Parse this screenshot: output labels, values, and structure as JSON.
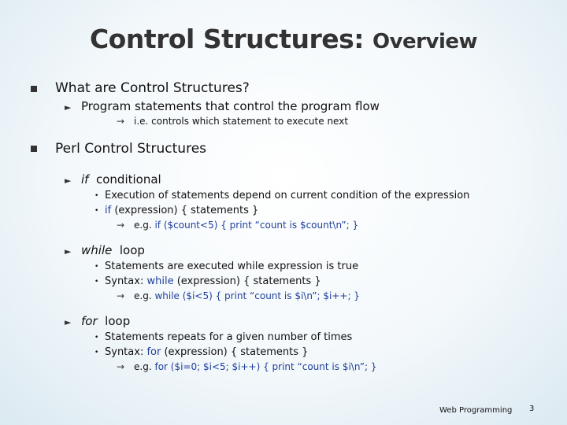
{
  "slide": {
    "title_main": "Control Structures:",
    "title_sub": "Overview",
    "sections": [
      {
        "heading": "What are Control Structures?",
        "points": [
          {
            "text": "Program statements that control the program flow",
            "sub": "i.e. controls which statement to execute next"
          }
        ]
      },
      {
        "heading": "Perl Control Structures",
        "constructs": [
          {
            "keyword": "if",
            "label": "conditional",
            "bullet1": "Execution of statements depend on current condition of the expression",
            "bullet2_kw": "if",
            "bullet2_rest": "(expression) { statements }",
            "example_prefix": "e.g.",
            "example_code": "if ($count<5) { print “count is $count\\n”; }"
          },
          {
            "keyword": "while",
            "label": "loop",
            "bullet1": "Statements are executed while expression is true",
            "bullet2_prefix": "Syntax:",
            "bullet2_kw": "while",
            "bullet2_rest": "(expression) { statements }",
            "example_prefix": "e.g.",
            "example_code": "while ($i<5) { print “count is $i\\n”;  $i++; }"
          },
          {
            "keyword": "for",
            "label": "loop",
            "bullet1": "Statements repeats for a given number of times",
            "bullet2_prefix": "Syntax:",
            "bullet2_kw": "for",
            "bullet2_rest": "(expression) { statements }",
            "example_prefix": "e.g.",
            "example_code": "for ($i=0; $i<5; $i++) { print “count is $i\\n”; }"
          }
        ]
      }
    ],
    "footer_text": "Web Programming",
    "page_number": "3"
  },
  "glyphs": {
    "square": "",
    "triangle": "►",
    "arrow": "→",
    "dot": "•"
  },
  "colors": {
    "keyword": "#1f3f9a",
    "title": "#333333"
  }
}
